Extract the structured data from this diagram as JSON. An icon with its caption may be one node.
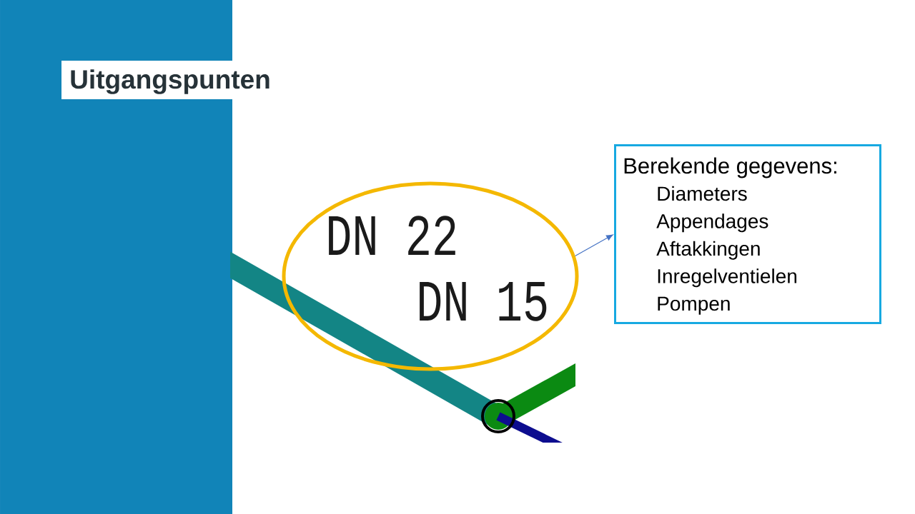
{
  "diagram": {
    "title": "Uitgangspunten",
    "nodes": [
      {
        "text": [
          "DN 22",
          "DN 15"
        ]
      },
      {
        "text": [
          "Berekende gegevens:",
          "Diameters",
          "Appendages",
          "Aftakkingen",
          "Inregelventielen",
          "Pompen"
        ]
      }
    ],
    "edges": [
      {
        "from": 0,
        "to": 1,
        "arrow": "to"
      }
    ]
  }
}
